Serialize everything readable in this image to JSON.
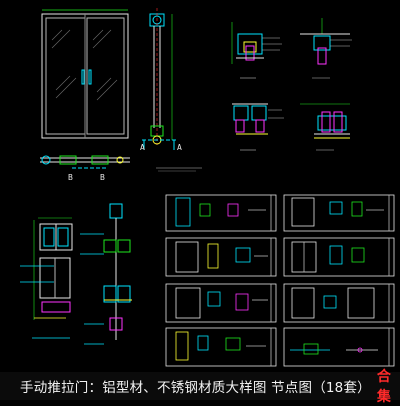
{
  "colors": {
    "background": "#000000",
    "line_white": "#e6e6e6",
    "line_cyan": "#00e5ff",
    "line_green": "#1ee81e",
    "line_magenta": "#ff33ff",
    "line_yellow": "#ffff33",
    "line_red": "#ff2a2a",
    "accent_red": "#ff2a2a"
  },
  "section_labels": {
    "aa_left": "A",
    "aa_right": "A",
    "bb_left": "B",
    "bb_right": "B"
  },
  "banner": {
    "title": "手动推拉门：铝型材、不锈钢材质大样图  节点图（18套）",
    "tag": "合集"
  }
}
